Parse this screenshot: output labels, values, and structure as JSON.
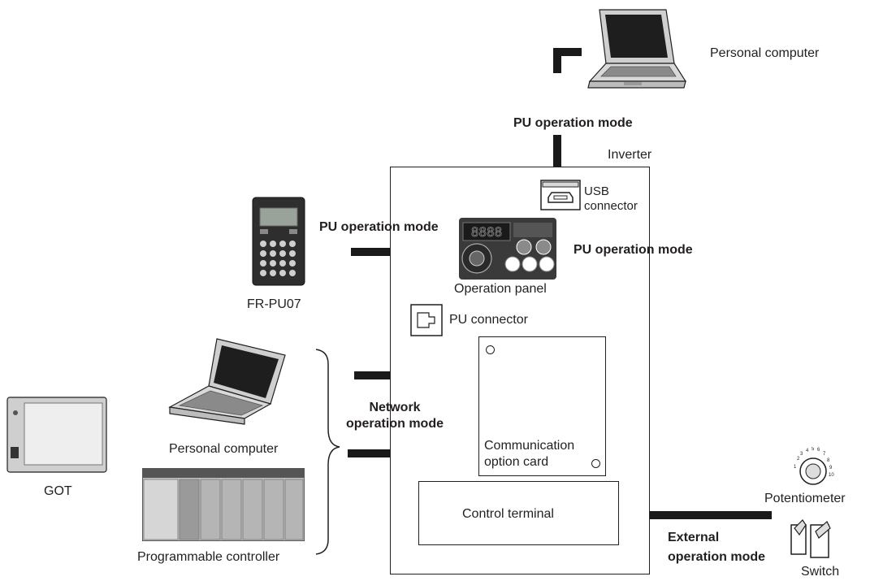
{
  "labels": {
    "inverter": "Inverter",
    "usb_connector_line1": "USB",
    "usb_connector_line2": "connector",
    "operation_panel": "Operation panel",
    "pu_connector": "PU connector",
    "comm_card_line1": "Communication",
    "comm_card_line2": "option card",
    "control_terminal": "Control terminal",
    "personal_computer_top": "Personal computer",
    "personal_computer_left": "Personal computer",
    "fr_pu07": "FR-PU07",
    "got": "GOT",
    "plc": "Programmable controller",
    "potentiometer": "Potentiometer",
    "switch": "Switch"
  },
  "modes": {
    "pu_usb": "PU operation mode",
    "pu_frpu07": "PU operation mode",
    "pu_panel": "PU operation mode",
    "network_line1": "Network",
    "network_line2": "operation mode",
    "external_line1": "External",
    "external_line2": "operation mode"
  },
  "panel_display": "8888",
  "potentiometer_scale": [
    "1",
    "2",
    "3",
    "4",
    "5",
    "6",
    "7",
    "8",
    "9",
    "10"
  ],
  "colors": {
    "line": "#231f20",
    "cable": "#1a1a1a",
    "panel_dark": "#3a3a3a",
    "laptop_gray": "#cfcfcf"
  }
}
